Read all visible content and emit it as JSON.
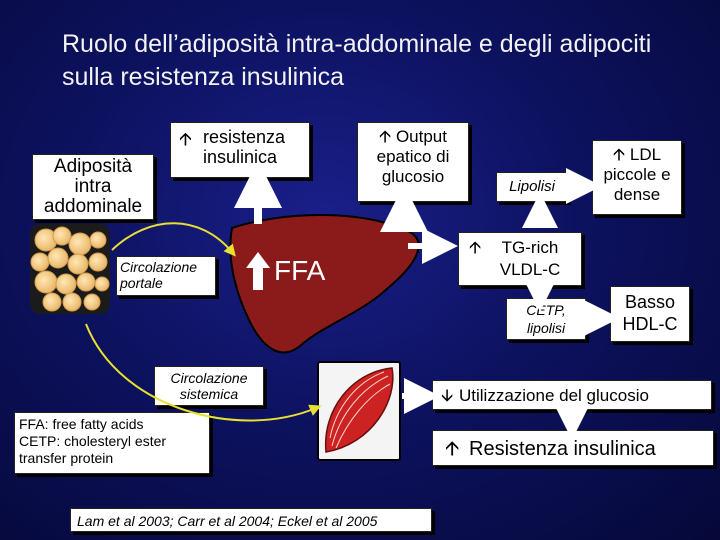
{
  "title": "Ruolo dell’adiposità intra-addominale e degli adipociti sulla resistenza insulinica",
  "adiposita_label": "Adiposità intra addominale",
  "resistenza_label": "resistenza insulinica",
  "output_label": "Output epatico di glucosio",
  "lipolisi_label": "Lipolisi",
  "ldl_label": "LDL piccole e dense",
  "circolazione_portale": "Circolazione portale",
  "ffa_label": "FFA",
  "tg_rich_label": "TG-rich VLDL-C",
  "cetp_label": "CETP, lipolisi",
  "hdl_label": "Basso HDL-C",
  "circolazione_sistemica": "Circolazione sistemica",
  "utilizzazione_label": "Utilizzazione del glucosio",
  "resistenza_insulinica_bottom": "Resistenza insulinica",
  "legend_ffa": "FFA: free fatty acids",
  "legend_cetp": "CETP: cholesteryl ester transfer protein",
  "citations": "Lam et al 2003; Carr et al 2004; Eckel et al 2005",
  "icons": [
    "up-arrow-icon",
    "down-arrow-icon",
    "fat-cells-icon",
    "liver-icon",
    "muscle-icon"
  ],
  "colors": {
    "background": "#0d1260",
    "liver": "#8b1a1a",
    "arrow": "#ffffff",
    "curve": "#e8e030"
  }
}
